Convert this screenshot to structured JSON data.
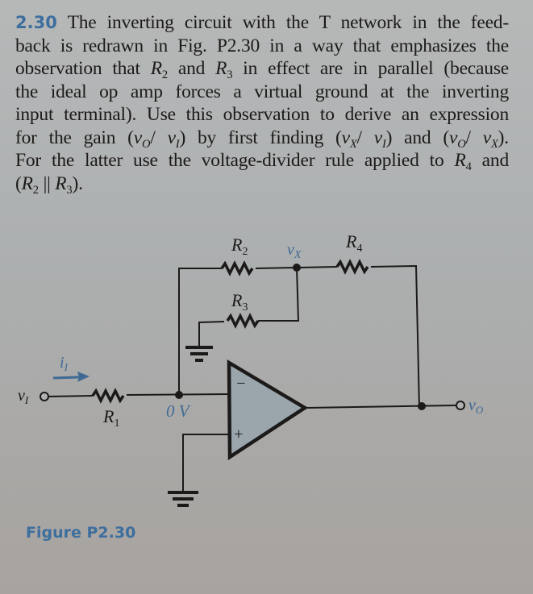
{
  "problem": {
    "number": "2.30",
    "lines": [
      "The inverting circuit with the T network in the feed-",
      "back is redrawn in Fig. P2.30 in a way that emphasizes the",
      "observation that R2 and R3 in effect are in parallel (because",
      "the ideal op amp forces a virtual ground at the inverting",
      "input terminal). Use this observation to derive an expression",
      "for the gain (vO/vI) by first finding (vX/vI) and (vO/vX).",
      "For the latter use the voltage-divider rule applied to R4 and",
      "(R2 || R3)."
    ],
    "segments": {
      "l1": "The inverting circuit with the T network in the feed-",
      "l2": "back is redrawn in Fig. P2.30 in a way that emphasizes the",
      "l3a": "observation that ",
      "l3b": " and ",
      "l3c": " in effect are in parallel (because",
      "l4": "the ideal op amp forces a virtual ground at the inverting",
      "l5": "input terminal). Use this observation to derive an expression",
      "l6a": "for the gain (",
      "l6b": ") by first finding (",
      "l6c": ") and (",
      "l6d": ").",
      "l7a": "For the latter use the voltage-divider rule applied to ",
      "l7b": " and",
      "l8a": "(",
      "l8b": " || ",
      "l8c": ")."
    }
  },
  "symbols": {
    "R": "R",
    "v": "v",
    "slash": "/ ",
    "sub_1": "1",
    "sub_2": "2",
    "sub_3": "3",
    "sub_4": "4",
    "sub_O": "O",
    "sub_I": "I",
    "sub_X": "X"
  },
  "figure": {
    "caption": "Figure P2.30",
    "labels": {
      "R1": "R",
      "R1_sub": "1",
      "R2": "R",
      "R2_sub": "2",
      "R3": "R",
      "R3_sub": "3",
      "R4": "R",
      "R4_sub": "4",
      "vX": "v",
      "vX_sub": "X",
      "vI": "v",
      "vI_sub": "I",
      "vO": "v",
      "vO_sub": "O",
      "iI": "i",
      "iI_sub": "I",
      "virtual_ground": "0 V",
      "minus": "−",
      "plus": "+"
    },
    "colors": {
      "accent_blue": "#3d6e9e",
      "opamp_fill": "#9aa6ac",
      "wire": "#1c1a19"
    }
  }
}
